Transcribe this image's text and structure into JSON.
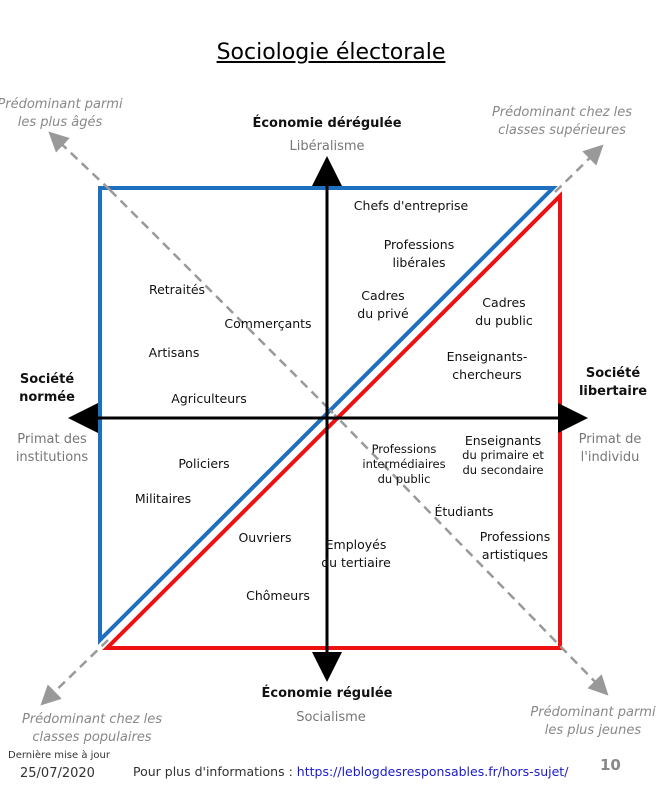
{
  "title": "Sociologie électorale",
  "axes": {
    "top": {
      "title": "Économie dérégulée",
      "sub": "Libéralisme"
    },
    "bottom": {
      "title": "Économie régulée",
      "sub": "Socialisme"
    },
    "left": {
      "title1": "Société",
      "title2": "normée",
      "sub1": "Primat des",
      "sub2": "institutions"
    },
    "right": {
      "title1": "Société",
      "title2": "libertaire",
      "sub1": "Primat de",
      "sub2": "l'individu"
    }
  },
  "diagonals": {
    "top_left": [
      "Prédominant parmi",
      "les plus âgés"
    ],
    "top_right": [
      "Prédominant chez les",
      "classes supérieures"
    ],
    "bottom_left": [
      "Prédominant chez les",
      "classes populaires"
    ],
    "bottom_right": [
      "Prédominant parmi",
      "les plus jeunes"
    ]
  },
  "groups": {
    "chefs": "Chefs d'entreprise",
    "liberales": [
      "Professions",
      "libérales"
    ],
    "cadres_prive": [
      "Cadres",
      "du privé"
    ],
    "cadres_public": [
      "Cadres",
      "du public"
    ],
    "enseignants_chercheurs": [
      "Enseignants-",
      "chercheurs"
    ],
    "retraites": "Retraités",
    "commercants": "Commerçants",
    "artisans": "Artisans",
    "agriculteurs": "Agriculteurs",
    "policiers": "Policiers",
    "militaires": "Militaires",
    "ouvriers": "Ouvriers",
    "chomeurs": "Chômeurs",
    "employes": [
      "Employés",
      "du tertiaire"
    ],
    "intermediaires": [
      "Professions",
      "intermédiaires",
      "du public"
    ],
    "enseignants": [
      "Enseignants",
      "du primaire et",
      "du secondaire"
    ],
    "etudiants": "Étudiants",
    "artistiques": [
      "Professions",
      "artistiques"
    ]
  },
  "footer": {
    "date_label": "Dernière mise à jour",
    "date": "25/07/2020",
    "info": "Pour plus d'informations : ",
    "link": "https://leblogdesresponsables.fr/hors-sujet/",
    "page": "10"
  },
  "colors": {
    "blue": "#1f6fc0",
    "red": "#ee1111"
  }
}
